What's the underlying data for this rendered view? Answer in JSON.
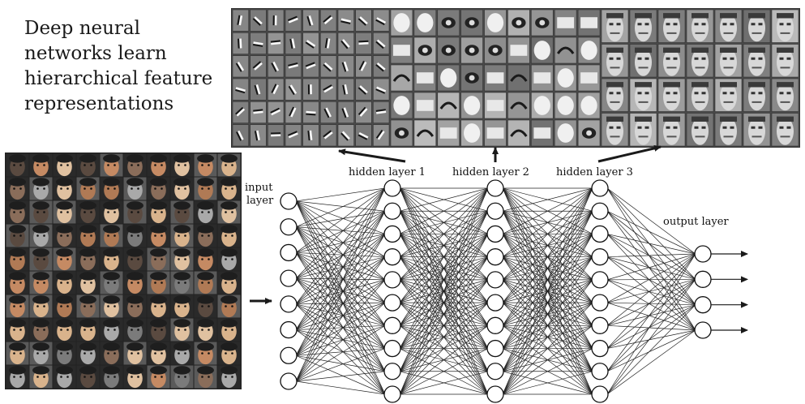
{
  "title_lines": [
    "Deep neural",
    "networks learn",
    "hierarchical feature",
    "representations"
  ],
  "layer_labels": {
    "input": [
      "input",
      "layer"
    ],
    "hidden1": "hidden layer 1",
    "hidden2": "hidden layer 2",
    "hidden3": "hidden layer 3",
    "output": "output layer"
  },
  "network": {
    "input_nodes": 8,
    "hidden1_nodes": 10,
    "hidden2_nodes": 10,
    "hidden3_nodes": 10,
    "output_nodes": 4
  },
  "feature_panels": [
    {
      "name": "edge-filters",
      "cols": 9,
      "rows": 6
    },
    {
      "name": "face-part-filters",
      "cols": 9,
      "rows": 5
    },
    {
      "name": "face-filters",
      "cols": 7,
      "rows": 4
    }
  ],
  "face_grid": {
    "cols": 10,
    "rows": 10
  },
  "colors": {
    "node_stroke": "#111111",
    "edge": "#222222",
    "arrow": "#1a1a1a"
  }
}
